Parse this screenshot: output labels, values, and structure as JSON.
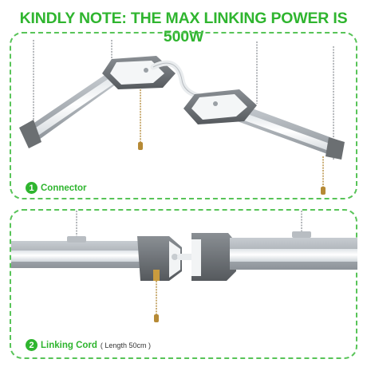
{
  "headline": "KINDLY NOTE: THE MAX LINKING POWER IS 500W",
  "colors": {
    "accent": "#2fb52f",
    "border": "#58c458",
    "housing": "#6b6f72",
    "lens": "#eef2f4"
  },
  "panel1": {
    "number": "1",
    "caption": "Connector"
  },
  "panel2": {
    "number": "2",
    "caption": "Linking Cord",
    "caption_detail": "( Length 50cm )"
  }
}
